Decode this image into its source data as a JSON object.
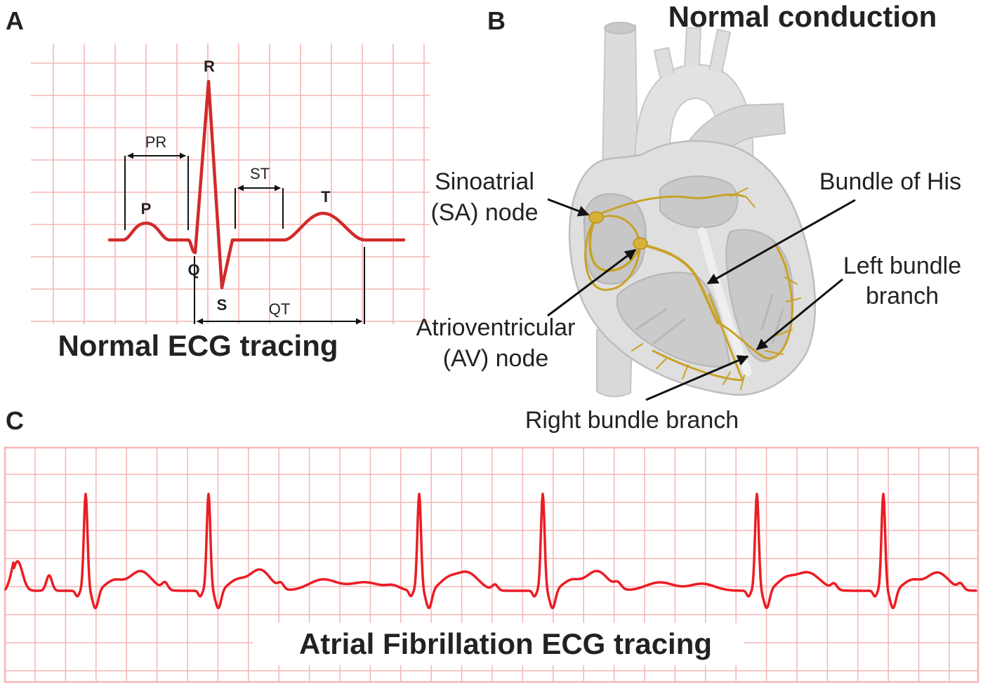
{
  "colors": {
    "grid": "#f5b5b5",
    "ecg_normal": "#d22a2a",
    "ecg_afib": "#ec1c24",
    "conduction": "#c9a227",
    "heart": "#d4d4d4",
    "text": "#222222"
  },
  "panel_a": {
    "letter": "A",
    "title": "Normal ECG tracing",
    "waves": {
      "p": "P",
      "q": "Q",
      "r": "R",
      "s": "S",
      "t": "T"
    },
    "intervals": {
      "pr": "PR",
      "st": "ST",
      "qt": "QT"
    }
  },
  "panel_b": {
    "letter": "B",
    "title": "Normal conduction",
    "labels": {
      "sa_line1": "Sinoatrial",
      "sa_line2": "(SA) node",
      "av_line1": "Atrioventricular",
      "av_line2": "(AV) node",
      "his": "Bundle of His",
      "lbb_line1": "Left bundle",
      "lbb_line2": "branch",
      "rbb": "Right bundle branch"
    }
  },
  "panel_c": {
    "letter": "C",
    "title": "Atrial Fibrillation ECG tracing"
  }
}
